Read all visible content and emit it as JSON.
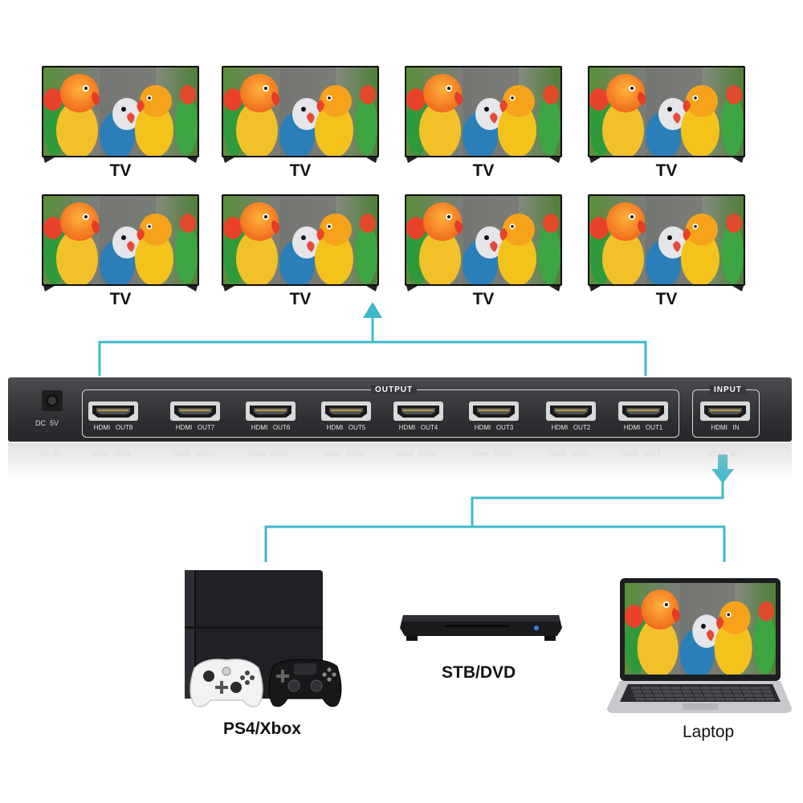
{
  "tvs": [
    {
      "label": "TV"
    },
    {
      "label": "TV"
    },
    {
      "label": "TV"
    },
    {
      "label": "TV"
    },
    {
      "label": "TV"
    },
    {
      "label": "TV"
    },
    {
      "label": "TV"
    },
    {
      "label": "TV"
    }
  ],
  "device": {
    "output_title": "OUTPUT",
    "input_title": "INPUT",
    "power_label": "DC  5V",
    "output_ports": [
      "HDMI   OUT8",
      "HDMI   OUT7",
      "HDMI   OUT6",
      "HDMI   OUT5",
      "HDMI   OUT4",
      "HDMI   OUT3",
      "HDMI   OUT2",
      "HDMI   OUT1"
    ],
    "input_port": "HDMI   IN"
  },
  "sources": {
    "console_label": "PS4/Xbox",
    "player_label": "STB/DVD",
    "laptop_label": "Laptop"
  },
  "colors": {
    "connector": "#3fb8cc",
    "device_body": "#2f3134"
  }
}
